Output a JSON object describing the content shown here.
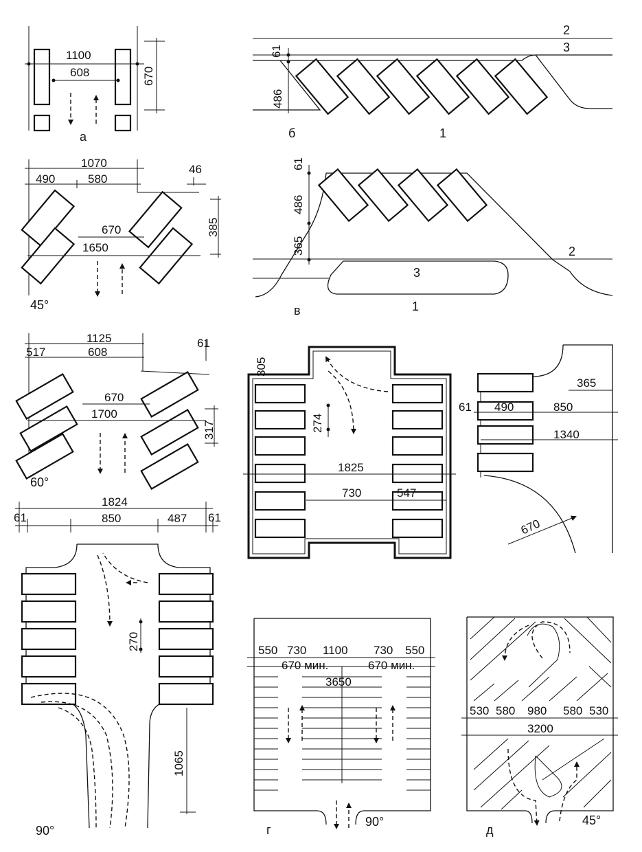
{
  "panels": {
    "a": {
      "letter": "а",
      "dims": [
        "1100",
        "608",
        "670"
      ]
    },
    "b": {
      "letter": "б",
      "dims": [
        "61",
        "486"
      ],
      "refs": [
        "1",
        "2",
        "3"
      ]
    },
    "angle45": {
      "angle": "45°",
      "dims": [
        "1070",
        "490",
        "580",
        "46",
        "670",
        "1650",
        "385"
      ]
    },
    "v": {
      "letter": "в",
      "dims": [
        "61",
        "486",
        "365"
      ],
      "refs": [
        "1",
        "2",
        "3"
      ]
    },
    "angle60": {
      "angle": "60°",
      "dims": [
        "1125",
        "517",
        "608",
        "61",
        "670",
        "1700",
        "317"
      ]
    },
    "g_top": {
      "dims": [
        "305",
        "274",
        "1825",
        "730",
        "547"
      ]
    },
    "right_top": {
      "dims": [
        "365",
        "61",
        "490",
        "850",
        "1340",
        "670"
      ]
    },
    "angle90": {
      "angle": "90°",
      "dims": [
        "1824",
        "61",
        "850",
        "487",
        "61",
        "270",
        "1065"
      ]
    },
    "g": {
      "letter": "г",
      "angle": "90°",
      "dims": [
        "550",
        "730",
        "1100",
        "730",
        "550",
        "670 мин.",
        "670 мин.",
        "3650"
      ]
    },
    "d": {
      "letter": "д",
      "angle": "45°",
      "dims": [
        "530",
        "580",
        "980",
        "580",
        "530",
        "3200"
      ]
    }
  }
}
